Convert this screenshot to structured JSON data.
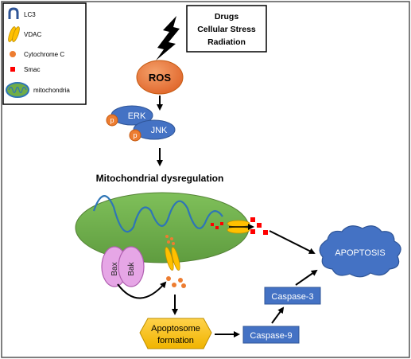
{
  "legend": {
    "items": [
      {
        "icon": "lc3-icon",
        "label": "LC3"
      },
      {
        "icon": "vdac-icon",
        "label": "VDAC"
      },
      {
        "icon": "cytochrome-c-icon",
        "label": "Cytochrome C"
      },
      {
        "icon": "smac-icon",
        "label": "Smac"
      },
      {
        "icon": "mitochondria-icon",
        "label": "mitochondria"
      }
    ]
  },
  "stimulus": {
    "line1": "Drugs",
    "line2": "Cellular Stress",
    "line3": "Radiation"
  },
  "ros": {
    "label": "ROS"
  },
  "erk": {
    "label": "ERK"
  },
  "jnk": {
    "label": "JNK"
  },
  "phospho": {
    "label": "p"
  },
  "mito": {
    "title": "Mitochondrial dysregulation"
  },
  "bax": {
    "label": "Bax"
  },
  "bak": {
    "label": "Bak"
  },
  "apoptosome": {
    "line1": "Apoptosome",
    "line2": "formation"
  },
  "caspase9": {
    "label": "Caspase-9"
  },
  "caspase3": {
    "label": "Caspase-3"
  },
  "apoptosis": {
    "label": "APOPTOSIS"
  },
  "colors": {
    "blue": "#4472c4",
    "orange": "#ed7d31",
    "green": "#70ad47",
    "pink": "#e6a6e6",
    "yellow": "#ffc000",
    "red": "#ff0000"
  }
}
